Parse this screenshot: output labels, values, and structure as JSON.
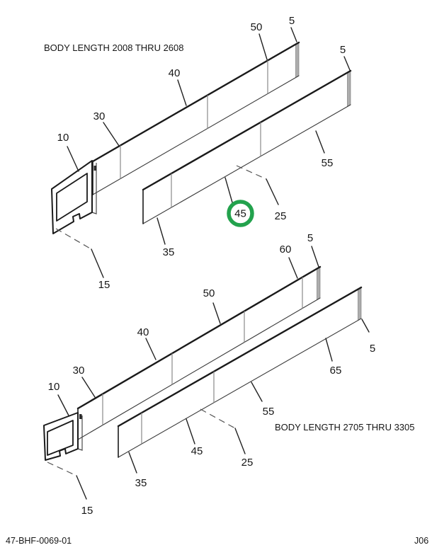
{
  "document": {
    "footer_left": "47-BHF-0069-01",
    "footer_right": "J06"
  },
  "colors": {
    "highlight_green": "#23a24d",
    "line_dark": "#1a1a1a",
    "end_edge_gray": "#adadad"
  },
  "top": {
    "title": "BODY LENGTH 2008 THRU 2608",
    "highlighted_part": "45",
    "callouts": [
      {
        "id": "5-main-rail-end",
        "label": "5"
      },
      {
        "id": "5-lower-rail-end",
        "label": "5"
      },
      {
        "id": "10",
        "label": "10"
      },
      {
        "id": "15",
        "label": "15"
      },
      {
        "id": "25",
        "label": "25"
      },
      {
        "id": "30",
        "label": "30"
      },
      {
        "id": "35",
        "label": "35"
      },
      {
        "id": "40",
        "label": "40"
      },
      {
        "id": "45",
        "label": "45",
        "highlighted": true
      },
      {
        "id": "50",
        "label": "50"
      },
      {
        "id": "55",
        "label": "55"
      }
    ]
  },
  "bottom": {
    "title": "BODY LENGTH 2705 THRU 3305",
    "callouts": [
      {
        "id": "5-main-rail-end",
        "label": "5"
      },
      {
        "id": "5-lower-rail-end",
        "label": "5"
      },
      {
        "id": "10",
        "label": "10"
      },
      {
        "id": "15",
        "label": "15"
      },
      {
        "id": "25",
        "label": "25"
      },
      {
        "id": "30",
        "label": "30"
      },
      {
        "id": "35",
        "label": "35"
      },
      {
        "id": "40",
        "label": "40"
      },
      {
        "id": "45",
        "label": "45"
      },
      {
        "id": "50",
        "label": "50"
      },
      {
        "id": "55",
        "label": "55"
      },
      {
        "id": "60",
        "label": "60"
      },
      {
        "id": "65",
        "label": "65"
      }
    ]
  }
}
